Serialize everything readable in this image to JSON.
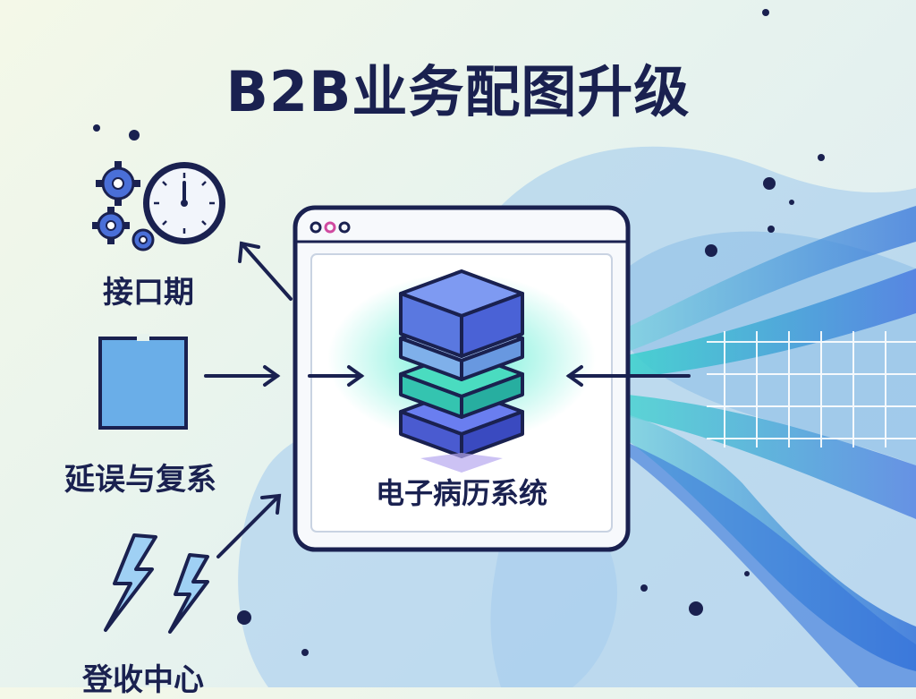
{
  "title": "B2B业务配图升级",
  "window": {
    "label": "电子病历系统"
  },
  "left_items": [
    {
      "label": "接口期",
      "icon": "gears-clock-icon"
    },
    {
      "label": "延误与复系",
      "icon": "square-icon"
    },
    {
      "label": "登收中心",
      "icon": "lightning-icon"
    }
  ],
  "colors": {
    "navy": "#1a2150",
    "blue": "#4a6fd8",
    "teal": "#36d6c0",
    "light_blue": "#9cc4ef"
  }
}
